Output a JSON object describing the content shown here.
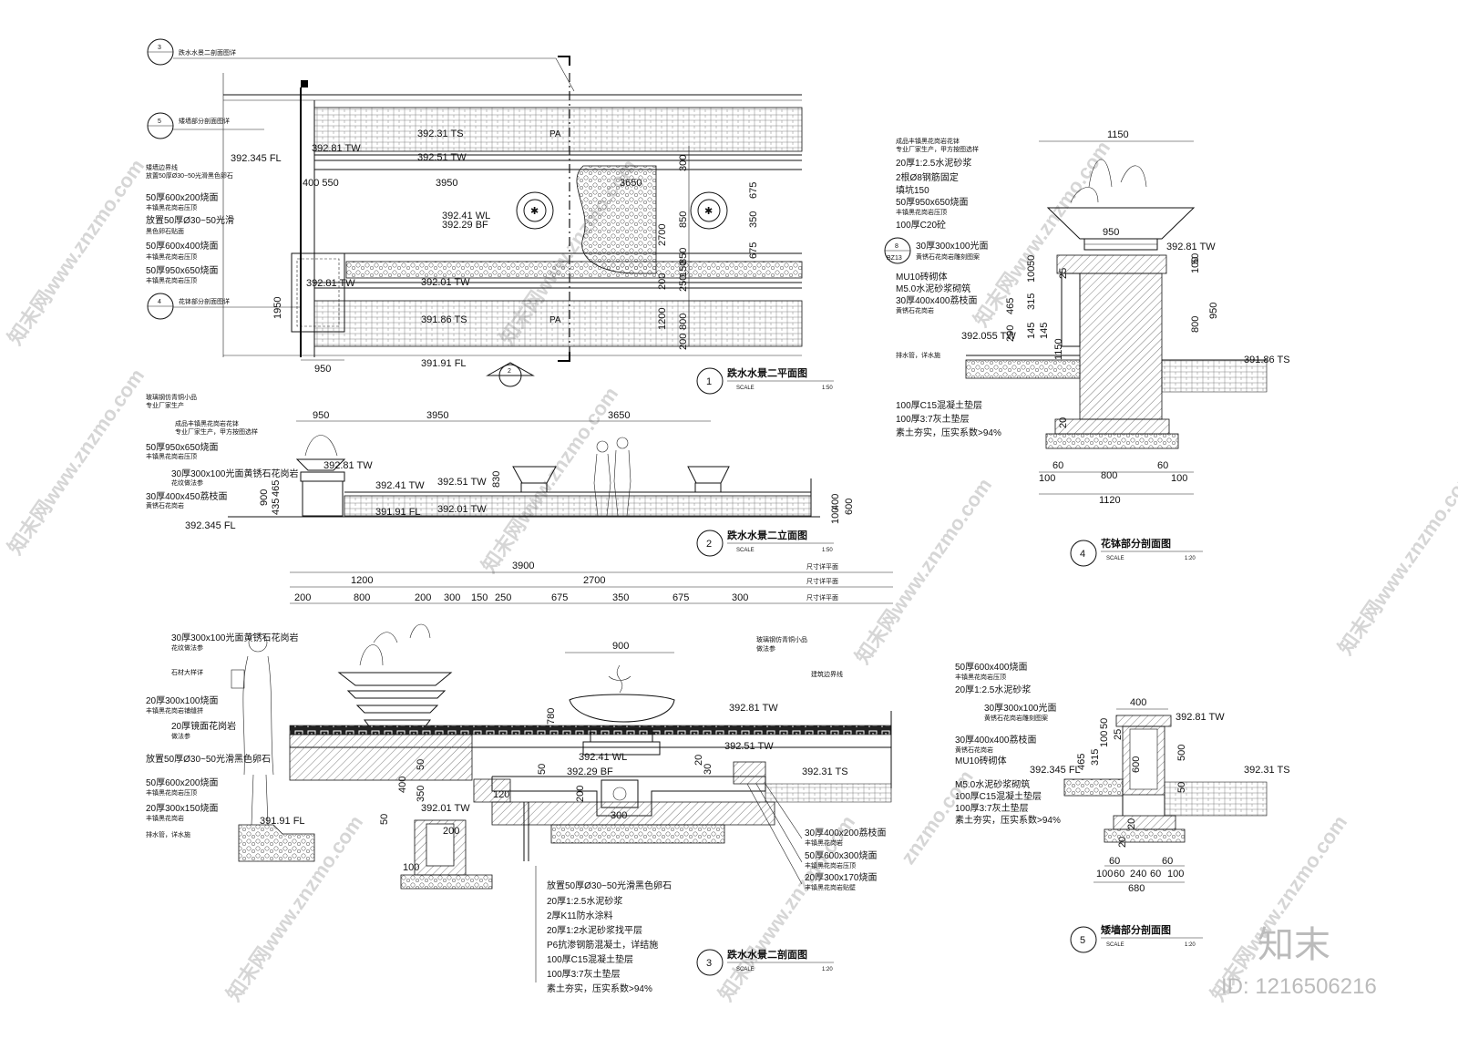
{
  "plan": {
    "callout_ids": [
      "3",
      "5",
      "4"
    ],
    "refs": [
      "跌水水景二剖面图详",
      "矮墙部分剖面图详",
      "花钵部分剖面图详"
    ],
    "elevations": [
      "392.31 TS",
      "392.81 TW",
      "392.51 TW",
      "392.41 WL",
      "392.29 BF",
      "392.01 TW",
      "392.81 TW",
      "391.86 TS",
      "392.345 FL",
      "391.91 FL"
    ],
    "dims": [
      "3950",
      "3650",
      "400 550",
      "950",
      "1950",
      "300",
      "850",
      "2700",
      "850",
      "350",
      "675",
      "675",
      "1200",
      "800",
      "200",
      "250",
      "150",
      "200"
    ],
    "labels": [
      "PA",
      "PA"
    ],
    "notes": [
      "矮墙边界线",
      "放置50厚Ø30~50光滑黑色卵石",
      "50厚600x200烧面",
      "丰镇黑花岗岩压顶",
      "放置50厚Ø30~50光滑",
      "黑色卵石贴面",
      "50厚600x400烧面",
      "丰镇黑花岗岩压顶",
      "50厚950x650烧面",
      "丰镇黑花岗岩压顶"
    ],
    "section_mark": "2",
    "title": {
      "num": "1",
      "name": "跌水水景二平面图",
      "scale_word": "SCALE",
      "scale": "1:50"
    }
  },
  "elevation": {
    "elevations": [
      "392.81 TW",
      "392.41 TW",
      "392.51 TW",
      "391.91 FL",
      "392.01 TW",
      "392.345 FL"
    ],
    "dims": [
      "950",
      "3950",
      "3650",
      "830",
      "900",
      "435",
      "465",
      "400",
      "100",
      "600"
    ],
    "notes": [
      "玻璃钢仿青铜小品",
      "专业厂家生产",
      "成品丰镇黑花岗岩花钵",
      "专业厂家生产，甲方按图选样",
      "50厚950x650烧面",
      "丰镇黑花岗岩压顶",
      "30厚300x100光面黄锈石花岗岩",
      "花纹做法参",
      "30厚400x450荔枝面",
      "黄锈石花岗岩"
    ],
    "title": {
      "num": "2",
      "name": "跌水水景二立面图",
      "scale_word": "SCALE",
      "scale": "1:50"
    }
  },
  "section": {
    "dims_top": [
      "3900"
    ],
    "dims_mid": [
      "1200",
      "2700"
    ],
    "dims_low": [
      "200",
      "800",
      "200",
      "300",
      "150",
      "250",
      "675",
      "350",
      "675",
      "300"
    ],
    "side_tags": [
      "尺寸详平面",
      "尺寸详平面",
      "尺寸详平面"
    ],
    "inner_dims": [
      "900",
      "780",
      "50",
      "400",
      "350",
      "50",
      "200",
      "50",
      "120",
      "100",
      "300",
      "200",
      "30",
      "20"
    ],
    "elevations": [
      "392.81 TW",
      "392.51 TW",
      "392.41 WL",
      "392.29 BF",
      "392.01 TW",
      "391.91 FL",
      "392.31 TS"
    ],
    "notes_left": [
      "30厚300x100光面黄锈石花岗岩",
      "花纹做法参",
      "石材大样详",
      "20厚300x100烧面",
      "丰镇黑花岗岩铺缝拼",
      "20厚镜面花岗岩",
      "做法参",
      "放置50厚Ø30~50光滑黑色卵石",
      "50厚600x200烧面",
      "丰镇黑花岗岩压顶",
      "20厚300x150烧面",
      "丰镇黑花岗岩",
      "排水管，详水施"
    ],
    "notes_right": [
      "玻璃钢仿青铜小品",
      "做法参",
      "建筑边界线"
    ],
    "notes_bottom": [
      "放置50厚Ø30~50光滑黑色卵石",
      "20厚1:2.5水泥砂浆",
      "2厚K11防水涂料",
      "20厚1:2水泥砂浆找平层",
      "P6抗渗钢筋混凝土，详结施",
      "100厚C15混凝土垫层",
      "100厚3:7灰土垫层",
      "素土夯实，压实系数>94%"
    ],
    "notes_br": [
      "30厚400x200荔枝面",
      "丰镇黑花岗岩",
      "50厚600x300烧面",
      "丰镇黑花岗岩压顶",
      "20厚300x170烧面",
      "丰镇黑花岗岩贴壁"
    ],
    "title": {
      "num": "3",
      "name": "跌水水景二剖面图",
      "scale_word": "SCALE",
      "scale": "1:20"
    }
  },
  "planter": {
    "dims": [
      "1150",
      "950",
      "50",
      "100",
      "465",
      "315",
      "290",
      "145",
      "145",
      "1150",
      "100",
      "800",
      "950",
      "25",
      "20",
      "50",
      "60",
      "800",
      "60",
      "100",
      "100",
      "1120"
    ],
    "elevations": [
      "392.81 TW",
      "392.055 TW",
      "391.86 TS"
    ],
    "tag": {
      "top": "8",
      "bottom": "BZ13"
    },
    "notes": [
      "成品丰镇黑花岗岩花钵",
      "专业厂家生产，甲方按图选样",
      "20厚1:2.5水泥砂浆",
      "2根Ø8钢筋固定",
      "填坑150",
      "50厚950x650烧面",
      "丰镇黑花岗岩压顶",
      "100厚C20砼",
      "30厚300x100光面",
      "黄锈石花岗岩雕刻图案",
      "MU10砖砌体",
      "M5.0水泥砂浆砌筑",
      "30厚400x400荔枝面",
      "黄锈石花岗岩",
      "排水管，详水施",
      "100厚C15混凝土垫层",
      "100厚3:7灰土垫层",
      "素土夯实，压实系数>94%"
    ],
    "title": {
      "num": "4",
      "name": "花钵部分剖面图",
      "scale_word": "SCALE",
      "scale": "1:20"
    }
  },
  "lowwall": {
    "dims": [
      "400",
      "50",
      "100",
      "465",
      "315",
      "600",
      "500",
      "50",
      "20",
      "20",
      "60",
      "60",
      "100",
      "60",
      "240",
      "60",
      "100",
      "680",
      "25"
    ],
    "elevations": [
      "392.81 TW",
      "392.345 FL",
      "392.31 TS"
    ],
    "notes": [
      "50厚600x400烧面",
      "丰镇黑花岗岩压顶",
      "20厚1:2.5水泥砂浆",
      "30厚300x100光面",
      "黄锈石花岗岩雕刻图案",
      "30厚400x400荔枝面",
      "黄锈石花岗岩",
      "MU10砖砌体",
      "M5.0水泥砂浆砌筑",
      "100厚C15混凝土垫层",
      "100厚3:7灰土垫层",
      "素土夯实，压实系数>94%"
    ],
    "title": {
      "num": "5",
      "name": "矮墙部分剖面图",
      "scale_word": "SCALE",
      "scale": "1:20"
    }
  },
  "watermarks": [
    "知末网www.znzmo.com",
    "znzmo.com"
  ],
  "brand": "知末",
  "doc_id": "ID: 1216506216"
}
